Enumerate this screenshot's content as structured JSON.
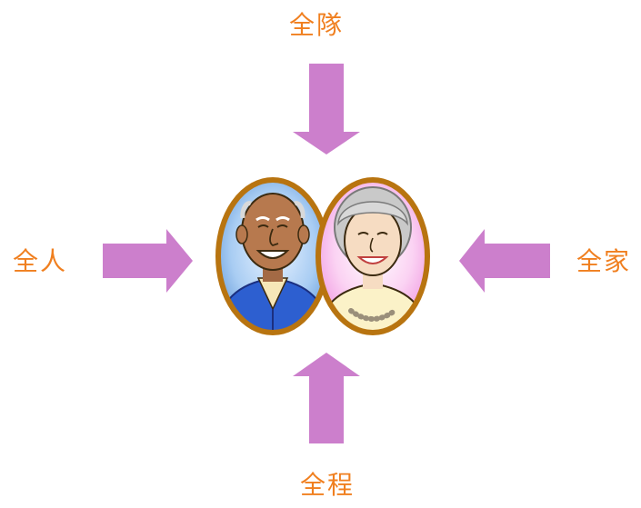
{
  "labels": {
    "top": "全隊",
    "left": "全人",
    "right": "全家",
    "bottom": "全程"
  },
  "colors": {
    "label_text": "#f07f1f",
    "arrow_fill": "#cc7fcc",
    "frame_border": "#b87410",
    "left_portrait_bg": "#7fb0e6",
    "right_portrait_bg": "#f4a6e8"
  },
  "portraits": [
    {
      "icon": "elderly-man-portrait-icon"
    },
    {
      "icon": "elderly-woman-portrait-icon"
    }
  ]
}
